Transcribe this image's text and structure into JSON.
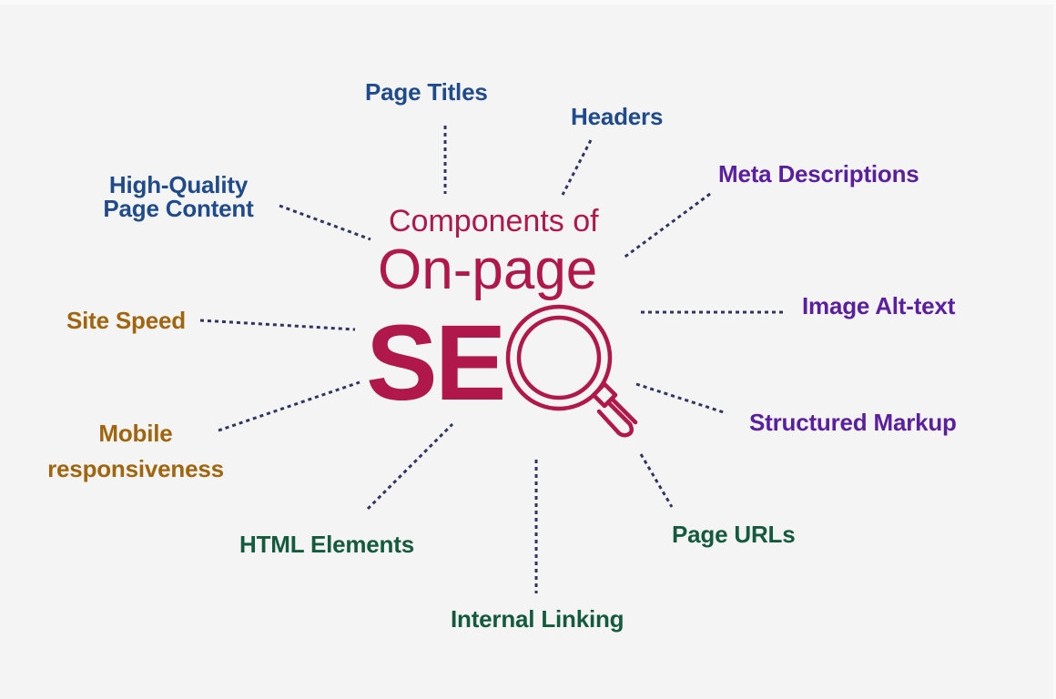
{
  "diagram": {
    "title": {
      "line1": "Components of",
      "line2": "On-page",
      "line3": "SEO"
    },
    "center_icon": "magnifying-glass-icon",
    "colors": {
      "background": "#f4f4f4",
      "title": "#b0174a",
      "connector": "#2e3560",
      "blue_group": "#1f4b8c",
      "purple_group": "#5a1fa0",
      "orange_group": "#a0650f",
      "green_group": "#145a3c"
    },
    "components": [
      {
        "label": "Page Titles",
        "group": "blue"
      },
      {
        "label": "Headers",
        "group": "blue"
      },
      {
        "label": "High-Quality",
        "label_line2": "Page Content",
        "group": "blue"
      },
      {
        "label": "Meta Descriptions",
        "group": "purple"
      },
      {
        "label": "Image Alt-text",
        "group": "purple"
      },
      {
        "label": "Structured Markup",
        "group": "purple"
      },
      {
        "label": "Site Speed",
        "group": "orange"
      },
      {
        "label": "Mobile",
        "label_line2": "responsiveness",
        "group": "orange"
      },
      {
        "label": "HTML Elements",
        "group": "green"
      },
      {
        "label": "Internal Linking",
        "group": "green"
      },
      {
        "label": "Page URLs",
        "group": "green"
      }
    ]
  }
}
